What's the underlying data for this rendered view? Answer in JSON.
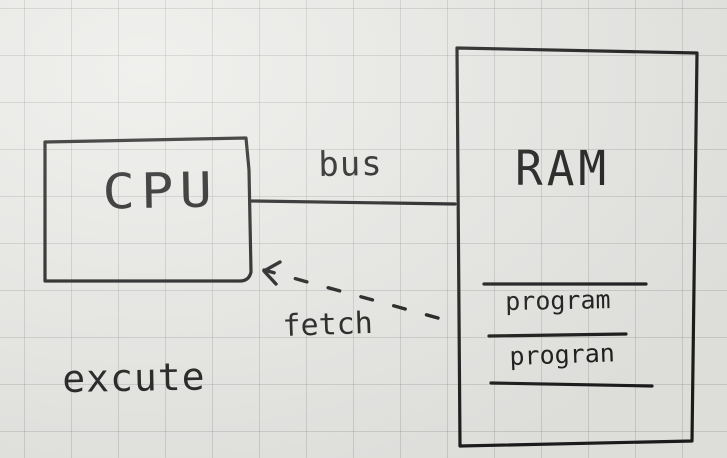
{
  "diagram": {
    "cpu": {
      "label": "CPU"
    },
    "ram": {
      "label": "RAM",
      "slots": [
        "program",
        "progran"
      ]
    },
    "connections": {
      "bus_label": "bus",
      "fetch_label": "fetch"
    },
    "note": "excute",
    "ink_color": "#1d1d1d"
  }
}
